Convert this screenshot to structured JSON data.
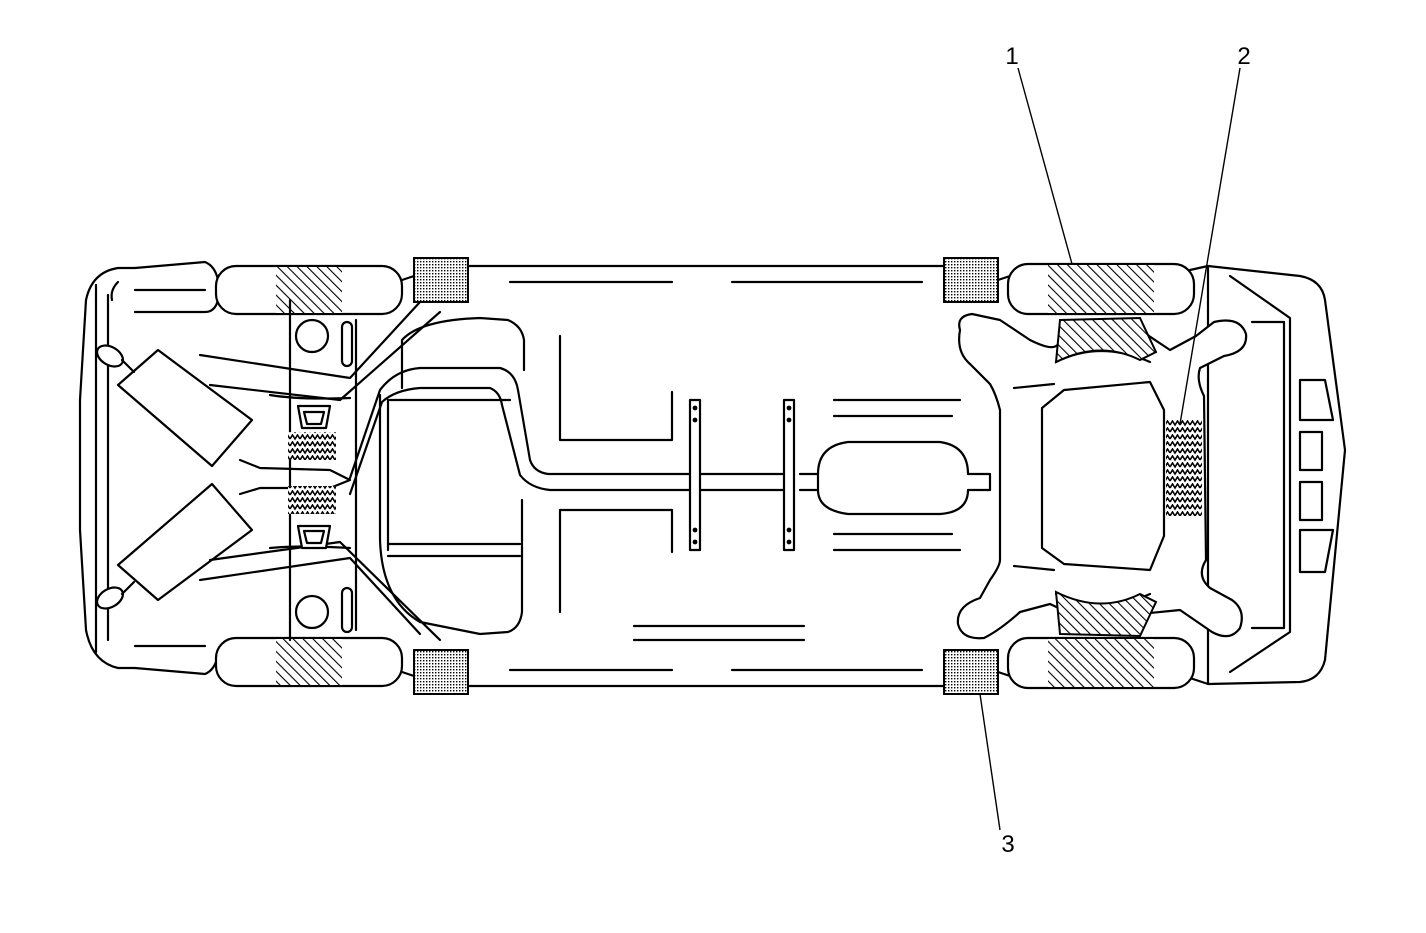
{
  "callouts": [
    {
      "id": "1",
      "label": "1"
    },
    {
      "id": "2",
      "label": "2"
    },
    {
      "id": "3",
      "label": "3"
    }
  ],
  "colors": {
    "line": "#000000",
    "background": "#ffffff",
    "dotted_fill": "#d8d8d8"
  }
}
